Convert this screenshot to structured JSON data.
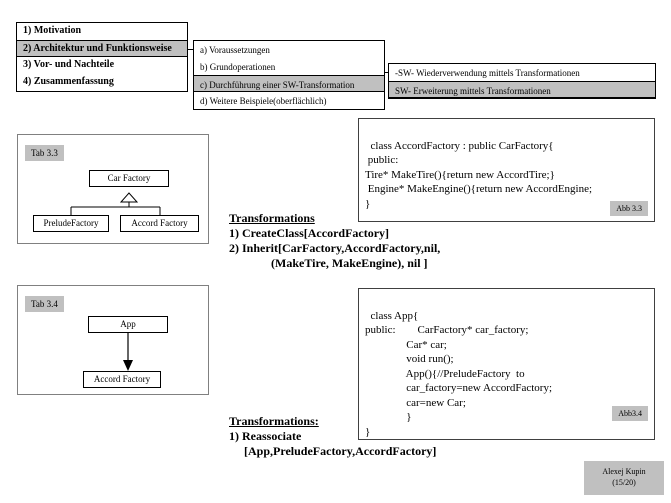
{
  "outline_main": {
    "items": [
      {
        "label": "1) Motivation",
        "highlighted": false
      },
      {
        "label": "2) Architektur und Funktionsweise",
        "highlighted": true
      },
      {
        "label": "3) Vor- und Nachteile",
        "highlighted": false
      },
      {
        "label": "4) Zusammenfassung",
        "highlighted": false
      }
    ]
  },
  "outline_sub": {
    "items": [
      {
        "label": "a) Voraussetzungen",
        "highlighted": false
      },
      {
        "label": "b) Grundoperationen",
        "highlighted": false
      },
      {
        "label": "c) Durchführung einer SW-Transformation",
        "highlighted": true
      },
      {
        "label": "d) Weitere Beispiele(oberflächlich)",
        "highlighted": false
      }
    ]
  },
  "outline_sub2": {
    "items": [
      {
        "label": "-SW- Wiederverwendung  mittels Transformationen",
        "highlighted": false
      },
      {
        "label": "SW- Erweiterung mittels Transformationen",
        "highlighted": true
      }
    ]
  },
  "diagram_top": {
    "tab_label": "Tab 3.3",
    "parent": "Car Factory",
    "children": [
      "PreludeFactory",
      "Accord Factory"
    ],
    "relation": "generalization"
  },
  "diagram_bottom": {
    "tab_label": "Tab 3.4",
    "source": "App",
    "target": "Accord Factory",
    "relation": "association"
  },
  "code_top": {
    "text": "class AccordFactory : public CarFactory{\n public:\nTire* MakeTire(){return new AccordTire;}\n Engine* MakeEngine(){return new AccordEngine;\n}",
    "badge": "Abb 3.3"
  },
  "code_bottom": {
    "text": "class App{\npublic:        CarFactory* car_factory;\n               Car* car;\n               void run();\n               App(){//PreludeFactory  to\n               car_factory=new AccordFactory;\n               car=new Car;\n               }\n}",
    "badge": "Abb3.4"
  },
  "transformations_top": {
    "title": "Transformations",
    "lines": [
      "1) CreateClass[AccordFactory]",
      "2) Inherit[CarFactory,AccordFactory,nil,",
      "              (MakeTire, MakeEngine), nil ]"
    ]
  },
  "transformations_bottom": {
    "title": "Transformations:",
    "lines": [
      "1) Reassociate",
      "     [App,PreludeFactory,AccordFactory]"
    ]
  },
  "footer": {
    "author": "Alexej Kupin",
    "page": "(15/20)"
  },
  "colors": {
    "highlight": "#c0c0c0",
    "border": "#000000",
    "frame": "#808080",
    "background": "#ffffff"
  }
}
